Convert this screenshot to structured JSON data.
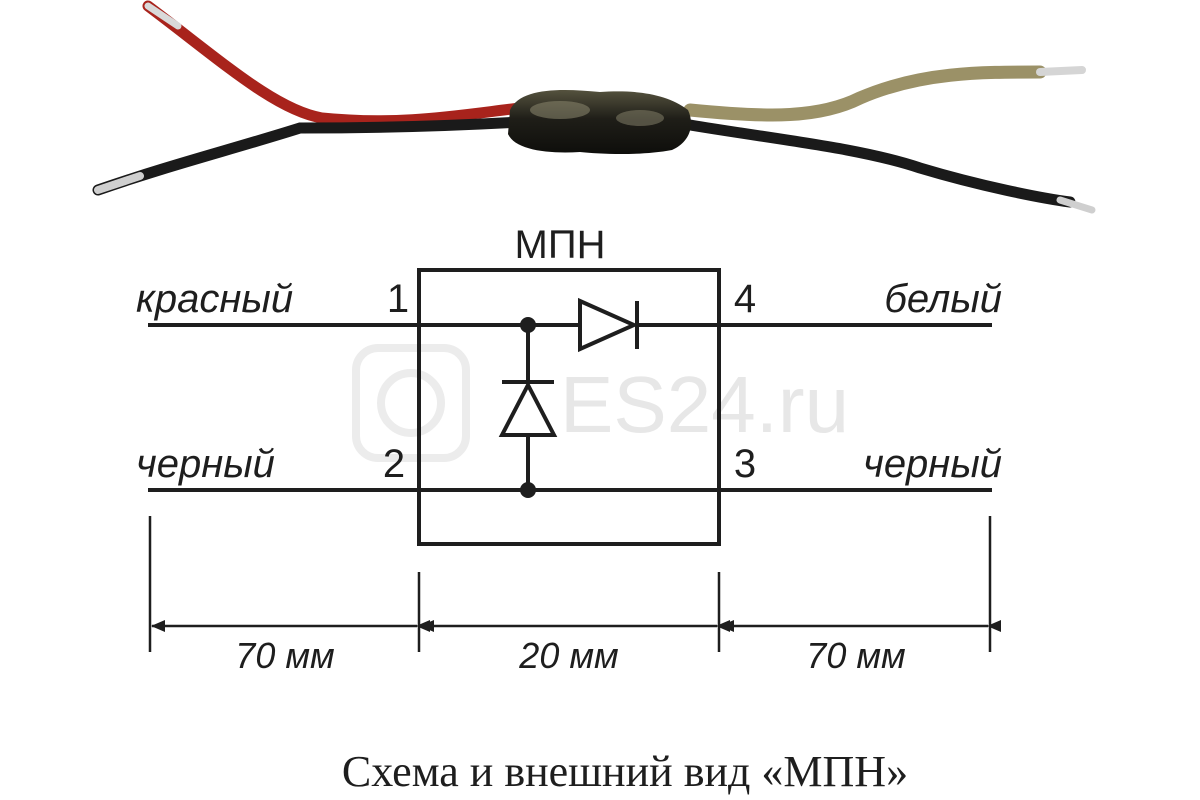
{
  "component_title": "МПН",
  "wires": {
    "top_left": "красный",
    "bottom_left": "черный",
    "top_right": "белый",
    "bottom_right": "черный"
  },
  "pins": {
    "p1": "1",
    "p2": "2",
    "p3": "3",
    "p4": "4"
  },
  "dimensions": {
    "left": "70 мм",
    "middle": "20 мм",
    "right": "70 мм"
  },
  "watermark": "ES24.ru",
  "caption": "Схема и внешний вид «МПН»",
  "colors": {
    "ink": "#1e1e1e",
    "red_wire": "#b3261e",
    "black_wire": "#1a1a1a",
    "beige_wire": "#9b9167",
    "component_body": "#2a2a22"
  }
}
